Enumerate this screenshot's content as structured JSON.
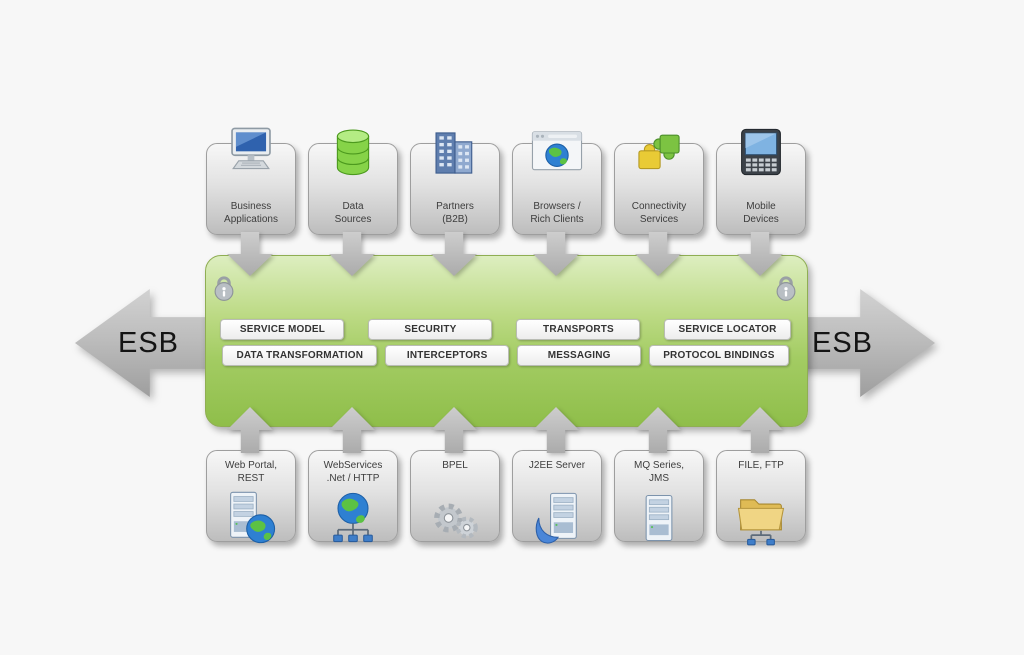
{
  "colors": {
    "background": "#f7f7f7",
    "bus_green": "#a3cc63",
    "bus_green_light": "#ddeec0",
    "arrow_gray": "#bdbdbd",
    "chip_background": "#ffffff",
    "text_dark": "#3d3d3d"
  },
  "bus": {
    "esb_label": "ESB",
    "row1": [
      "SERVICE MODEL",
      "SECURITY",
      "TRANSPORTS",
      "SERVICE LOCATOR"
    ],
    "row2": [
      "DATA TRANSFORMATION",
      "INTERCEPTORS",
      "MESSAGING",
      "PROTOCOL BINDINGS"
    ],
    "lock_icon_left": "padlock-icon",
    "lock_icon_right": "padlock-icon"
  },
  "top_nodes": [
    {
      "label": "Business\nApplications",
      "icon": "business-applications-computer-icon"
    },
    {
      "label": "Data\nSources",
      "icon": "database-cylinder-icon"
    },
    {
      "label": "Partners\n(B2B)",
      "icon": "buildings-icon"
    },
    {
      "label": "Browsers /\nRich Clients",
      "icon": "browser-window-globe-icon"
    },
    {
      "label": "Connectivity\nServices",
      "icon": "puzzle-pieces-icon"
    },
    {
      "label": "Mobile\nDevices",
      "icon": "mobile-handheld-icon"
    }
  ],
  "bottom_nodes": [
    {
      "label": "Web Portal,\nREST",
      "icon": "server-globe-icon"
    },
    {
      "label": "WebServices\n.Net / HTTP",
      "icon": "globe-network-icon"
    },
    {
      "label": "BPEL",
      "icon": "gears-icon"
    },
    {
      "label": "J2EE Server",
      "icon": "server-swoosh-icon"
    },
    {
      "label": "MQ Series,\nJMS",
      "icon": "server-tower-icon"
    },
    {
      "label": "FILE, FTP",
      "icon": "folder-network-icon"
    }
  ]
}
